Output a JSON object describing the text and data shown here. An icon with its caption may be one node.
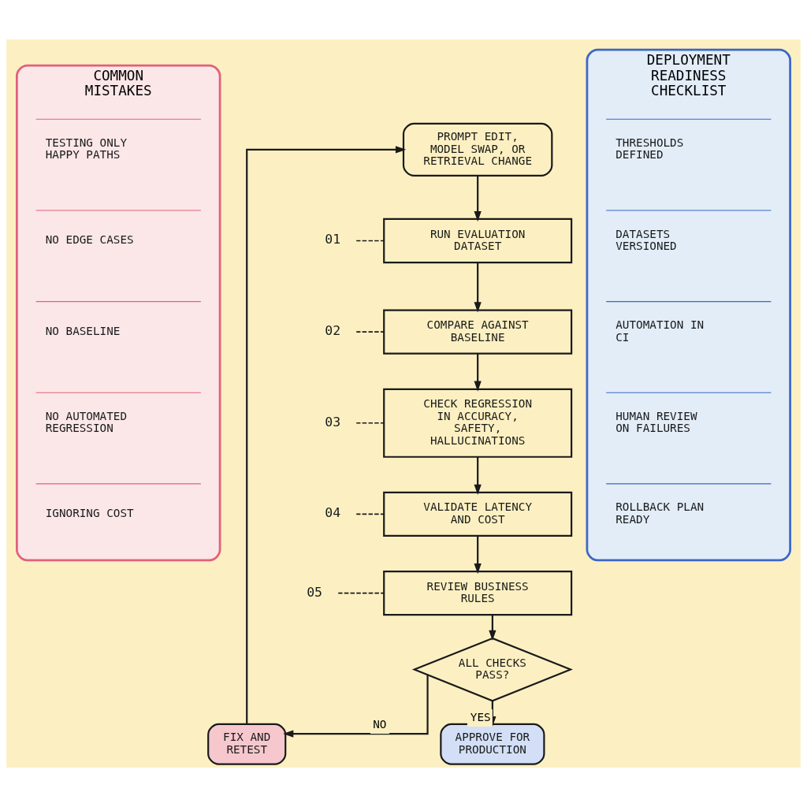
{
  "diagram": {
    "nodes": [
      {
        "text": [
          "COMMON MISTAKES"
        ]
      },
      {
        "text": [
          "TESTING ONLY HAPPY PATHS"
        ],
        "in": 0
      },
      {
        "text": [
          "NO EDGE CASES"
        ],
        "in": 0
      },
      {
        "text": [
          "NO BASELINE"
        ],
        "in": 0
      },
      {
        "text": [
          "NO AUTOMATED REGRESSION"
        ],
        "in": 0
      },
      {
        "text": [
          "IGNORING COST"
        ],
        "in": 0
      },
      {
        "text": [
          "PROMPT EDIT, MODEL SWAP, OR RETRIEVAL CHANGE"
        ]
      },
      {
        "text": [
          "01"
        ]
      },
      {
        "text": [
          "RUN EVALUATION DATASET"
        ]
      },
      {
        "text": [
          "02"
        ]
      },
      {
        "text": [
          "COMPARE AGAINST BASELINE"
        ]
      },
      {
        "text": [
          "03"
        ]
      },
      {
        "text": [
          "CHECK REGRESSION IN ACCURACY, SAFETY, HALLUCINATIONS"
        ]
      },
      {
        "text": [
          "04"
        ]
      },
      {
        "text": [
          "VALIDATE LATENCY AND COST"
        ]
      },
      {
        "text": [
          "05"
        ]
      },
      {
        "text": [
          "REVIEW BUSINESS RULES"
        ]
      },
      {
        "text": [
          "ALL CHECKS PASS?"
        ]
      },
      {
        "text": [
          "FIX AND RETEST"
        ]
      },
      {
        "text": [
          "APPROVE FOR PRODUCTION"
        ]
      },
      {
        "text": [
          "DEPLOYMENT READINESS CHECKLIST"
        ]
      },
      {
        "text": [
          "THRESHOLDS DEFINED"
        ],
        "in": 20
      },
      {
        "text": [
          "DATASETS VERSIONED"
        ],
        "in": 20
      },
      {
        "text": [
          "AUTOMATION IN CI"
        ],
        "in": 20
      },
      {
        "text": [
          "HUMAN REVIEW ON FAILURES"
        ],
        "in": 20
      },
      {
        "text": [
          "ROLLBACK PLAN READY"
        ],
        "in": 20
      }
    ],
    "edges": [
      {
        "from": 6,
        "to": 8,
        "arrow": "to"
      },
      {
        "from": 8,
        "to": 10,
        "arrow": "to"
      },
      {
        "from": 10,
        "to": 12,
        "arrow": "to"
      },
      {
        "from": 12,
        "to": 14,
        "arrow": "to"
      },
      {
        "from": 14,
        "to": 16,
        "arrow": "to"
      },
      {
        "from": 16,
        "to": 17,
        "arrow": "to"
      },
      {
        "from": 17,
        "to": 18,
        "arrow": "to",
        "label": "NO"
      },
      {
        "from": 17,
        "to": 19,
        "arrow": "to",
        "label": "YES"
      },
      {
        "from": 18,
        "to": 6,
        "arrow": "to"
      },
      {
        "from": 7,
        "to": 8,
        "arrow": "none",
        "style": "dashed"
      },
      {
        "from": 9,
        "to": 10,
        "arrow": "none",
        "style": "dashed"
      },
      {
        "from": 11,
        "to": 12,
        "arrow": "none",
        "style": "dashed"
      },
      {
        "from": 13,
        "to": 14,
        "arrow": "none",
        "style": "dashed"
      },
      {
        "from": 15,
        "to": 16,
        "arrow": "none",
        "style": "dashed"
      }
    ]
  }
}
